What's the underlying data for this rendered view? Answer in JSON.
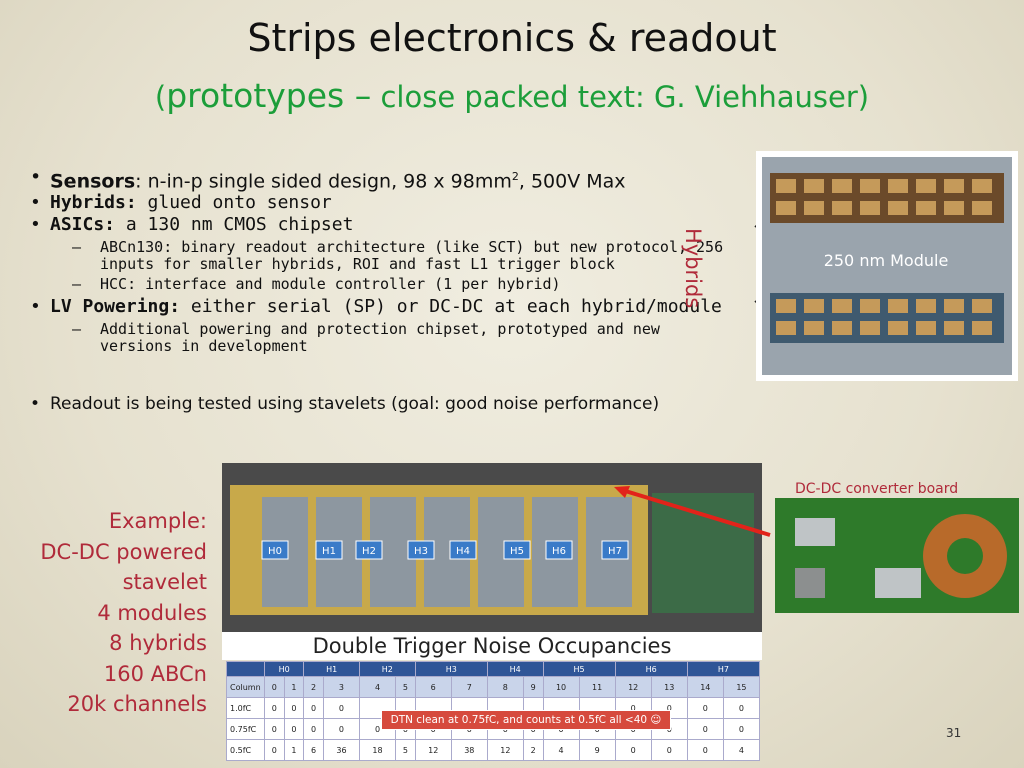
{
  "title": "Strips electronics & readout",
  "subtitle": {
    "open": "(",
    "big": "prototypes –",
    "rest": " close packed text: G. Viehhauser)"
  },
  "bullets": {
    "sensors_label": "Sensors",
    "sensors_text": ": n-in-p single sided design, 98 x 98mm",
    "sensors_sup": "2",
    "sensors_tail": ", 500V Max",
    "hybrids_label": "Hybrids:",
    "hybrids_text": " glued onto sensor",
    "asics_label": "ASICs:",
    "asics_text": " a 130 nm CMOS chipset",
    "asics_sub1": "ABCn130: binary readout architecture (like SCT) but new protocol, 256 inputs for smaller hybrids, ROI and fast L1 trigger block",
    "asics_sub2": "HCC: interface and module controller (1 per hybrid)",
    "lv_label": "LV Powering:",
    "lv_text": " either serial (SP) or DC-DC at each hybrid/module",
    "lv_sub1": "Additional powering and protection chipset, prototyped and new versions in development",
    "readout": "Readout is being tested using stavelets (goal: good noise performance)"
  },
  "hybrids_label": "Hybrids",
  "module_label": "250 nm Module",
  "example_lines": [
    "Example:",
    "DC-DC powered",
    "stavelet",
    "4 modules",
    "8 hybrids",
    "160 ABCn",
    "20k channels"
  ],
  "stavelet_hybrids": [
    "H0",
    "H1",
    "H2",
    "H3",
    "H4",
    "H5",
    "H6",
    "H7"
  ],
  "dcdc_label": "DC-DC converter board",
  "table": {
    "title": "Double Trigger Noise Occupancies",
    "hybrid_headers": [
      "H0",
      "H1",
      "H2",
      "H3",
      "H4",
      "H5",
      "H6",
      "H7"
    ],
    "column_label": "Column",
    "columns": [
      "0",
      "1",
      "2",
      "3",
      "4",
      "5",
      "6",
      "7",
      "8",
      "9",
      "10",
      "11",
      "12",
      "13",
      "14",
      "15"
    ],
    "rows": [
      {
        "label": "1.0fC",
        "values": [
          "0",
          "0",
          "0",
          "0",
          "",
          "",
          "",
          "",
          "",
          "",
          "",
          "",
          "0",
          "0",
          "0",
          "0"
        ]
      },
      {
        "label": "0.75fC",
        "values": [
          "0",
          "0",
          "0",
          "0",
          "0",
          "0",
          "0",
          "0",
          "0",
          "0",
          "0",
          "0",
          "0",
          "0",
          "0",
          "0"
        ]
      },
      {
        "label": "0.5fC",
        "values": [
          "0",
          "1",
          "6",
          "36",
          "18",
          "5",
          "12",
          "38",
          "12",
          "2",
          "4",
          "9",
          "0",
          "0",
          "0",
          "4"
        ]
      }
    ],
    "callout": "DTN clean at 0.75fC, and counts at 0.5fC all <40 ☺"
  },
  "page_number": "31",
  "colors": {
    "title_green": "#1c9e3a",
    "accent_red": "#b02a3a",
    "table_header": "#2f5597",
    "callout": "#d64a3d"
  }
}
